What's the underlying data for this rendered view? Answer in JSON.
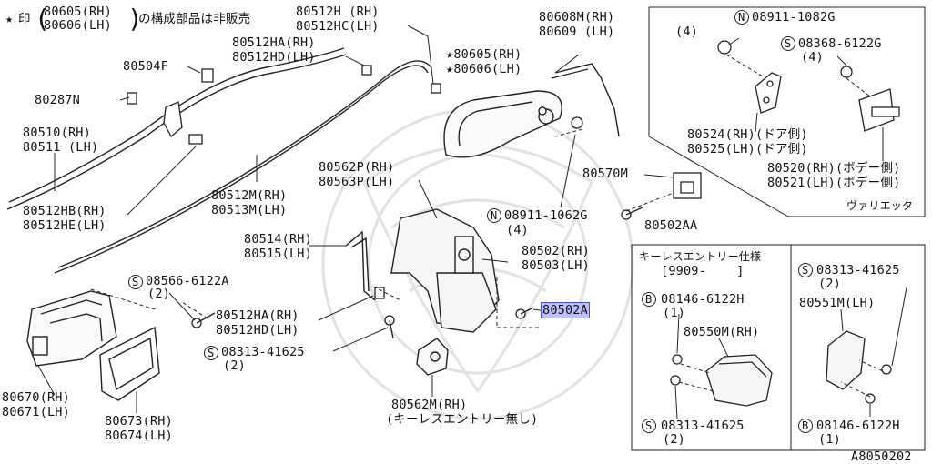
{
  "note": {
    "star": "★",
    "mark": "印",
    "line1": "80605(RH)",
    "line2": "80606(LH)",
    "tail": "の構成部品は非販売"
  },
  "labels": {
    "p80512H": [
      "80512H (RH)",
      "80512HC(LH)"
    ],
    "p80608M": [
      "80608M(RH)",
      "80609 (LH)"
    ],
    "p80512HA_top": [
      "80512HA(RH)",
      "80512HD(LH)"
    ],
    "p80504F": "80504F",
    "p80605": [
      "★80605(RH)",
      "★80606(LH)"
    ],
    "p80287N": "80287N",
    "p80510": [
      "80510(RH)",
      "80511 (LH)"
    ],
    "p80562P": [
      "80562P(RH)",
      "80563P(LH)"
    ],
    "p80570M": "80570M",
    "p80512M": [
      "80512M(RH)",
      "80513M(LH)"
    ],
    "p80512HB": [
      "80512HB(RH)",
      "80512HE(LH)"
    ],
    "nut_main": [
      "08911-1062G",
      "(4)"
    ],
    "p80502AA": "80502AA",
    "p80514": [
      "80514(RH)",
      "80515(LH)"
    ],
    "p80502": [
      "80502(RH)",
      "80503(LH)"
    ],
    "screw_08566": [
      "08566-6122A",
      "(2)"
    ],
    "p80502A": "80502A",
    "p80512HA_bot": [
      "80512HA(RH)",
      "80512HD(LH)"
    ],
    "screw_08313_main": [
      "08313-41625",
      "(2)"
    ],
    "p80670": [
      "80670(RH)",
      "80671(LH)"
    ],
    "p80673": [
      "80673(RH)",
      "80674(LH)"
    ],
    "p80562M": [
      "80562M(RH)",
      "(キーレスエントリー無し)"
    ],
    "watermark": "A8050202"
  },
  "circled": {
    "N": "N",
    "S": "S",
    "B": "B"
  },
  "variety_box": {
    "nut": [
      "08911-1082G",
      "(4)"
    ],
    "screw": [
      "08368-6122G",
      "(4)"
    ],
    "p80524": [
      "80524(RH)(ドア側)",
      "80525(LH)(ドア側)"
    ],
    "p80520": [
      "80520(RH)(ボデー側)",
      "80521(LH)(ボデー側)"
    ],
    "caption": "ヴァリエッタ"
  },
  "keyless_box": {
    "title": "キーレスエントリー仕様",
    "period": "[9909-    ]",
    "bolt1": [
      "08146-6122H",
      "(1)"
    ],
    "p80550M": "80550M(RH)",
    "screw_left": [
      "08313-41625",
      "(2)"
    ],
    "screw_right": [
      "08313-41625",
      "(2)"
    ],
    "p80551M": "80551M(LH)",
    "bolt2": [
      "08146-6122H",
      "(1)"
    ]
  }
}
